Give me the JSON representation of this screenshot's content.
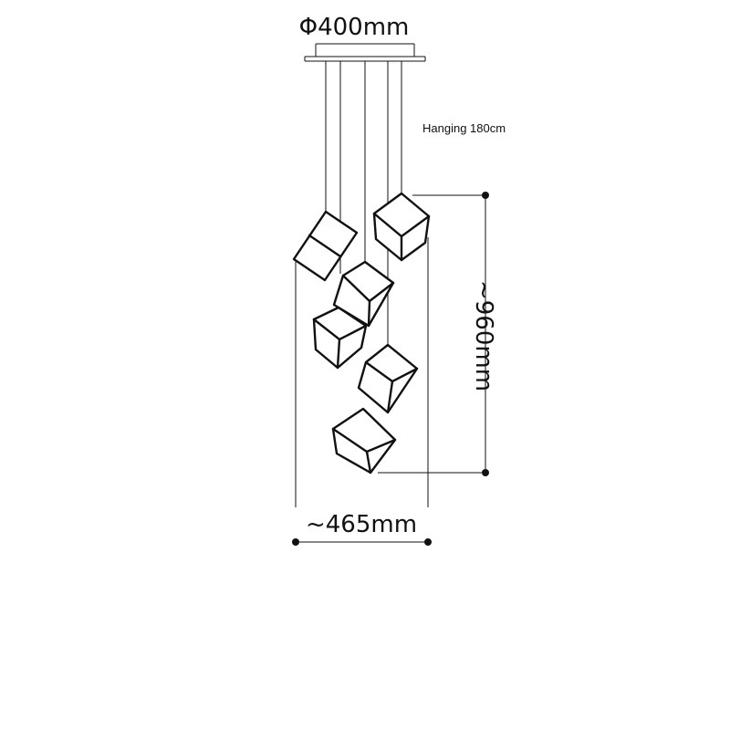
{
  "labels": {
    "canopy_diameter": "Φ400mm",
    "hanging_length": "Hanging 180cm",
    "total_height": "~960mm",
    "total_width": "~465mm"
  },
  "colors": {
    "line": "#111111",
    "background": "#ffffff"
  },
  "cubes": [
    {
      "name": "cube-1"
    },
    {
      "name": "cube-2"
    },
    {
      "name": "cube-3"
    },
    {
      "name": "cube-4"
    },
    {
      "name": "cube-5"
    },
    {
      "name": "cube-6"
    }
  ]
}
